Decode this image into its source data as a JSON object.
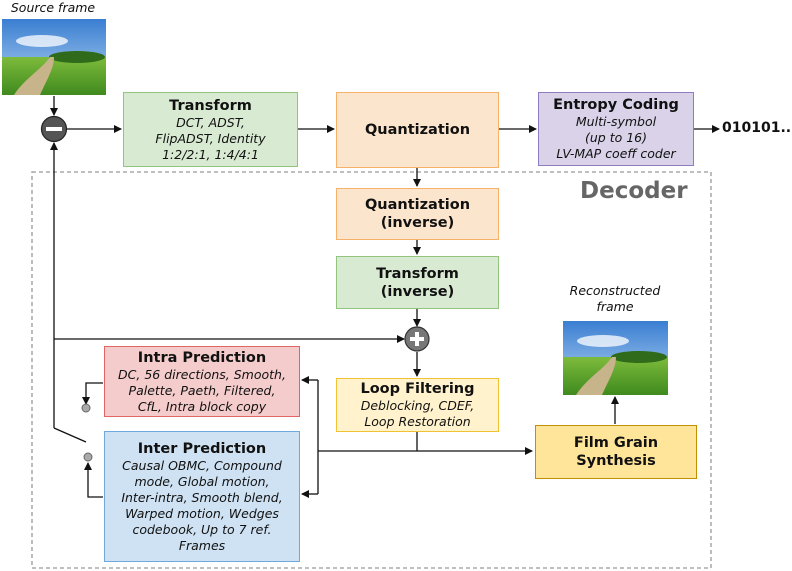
{
  "source_caption": "Source frame",
  "output_bits": "010101...",
  "decoder_label": "Decoder",
  "reconstructed_caption_line1": "Reconstructed",
  "reconstructed_caption_line2": "frame",
  "transform": {
    "title": "Transform",
    "lines": [
      "DCT, ADST,",
      "FlipADST, Identity",
      "1:2/2:1, 1:4/4:1"
    ]
  },
  "quantization": {
    "title": "Quantization"
  },
  "entropy": {
    "title": "Entropy Coding",
    "lines": [
      "Multi-symbol",
      "(up to 16)",
      "LV-MAP coeff coder"
    ]
  },
  "quant_inverse": {
    "title1": "Quantization",
    "title2": "(inverse)"
  },
  "transform_inverse": {
    "title1": "Transform",
    "title2": "(inverse)"
  },
  "intra": {
    "title": "Intra Prediction",
    "lines": [
      "DC, 56 directions, Smooth,",
      "Palette, Paeth, Filtered,",
      "CfL, Intra block copy"
    ]
  },
  "loop": {
    "title": "Loop Filtering",
    "lines": [
      "Deblocking, CDEF,",
      "Loop Restoration"
    ]
  },
  "inter": {
    "title": "Inter Prediction",
    "lines": [
      "Causal OBMC, Compound",
      "mode, Global motion,",
      "Inter-intra, Smooth blend,",
      "Warped motion, Wedges",
      "codebook, Up to 7 ref.",
      "Frames"
    ]
  },
  "film_grain": {
    "title1": "Film Grain",
    "title2": "Synthesis"
  },
  "colors": {
    "transform": "#d9ead3",
    "quantization": "#fce5cd",
    "entropy": "#d9d2e9",
    "intra": "#f4cccc",
    "loop": "#fff2cc",
    "inter": "#cfe2f3",
    "film_grain": "#ffe599"
  },
  "icons": [
    "subtract-icon",
    "add-icon"
  ]
}
